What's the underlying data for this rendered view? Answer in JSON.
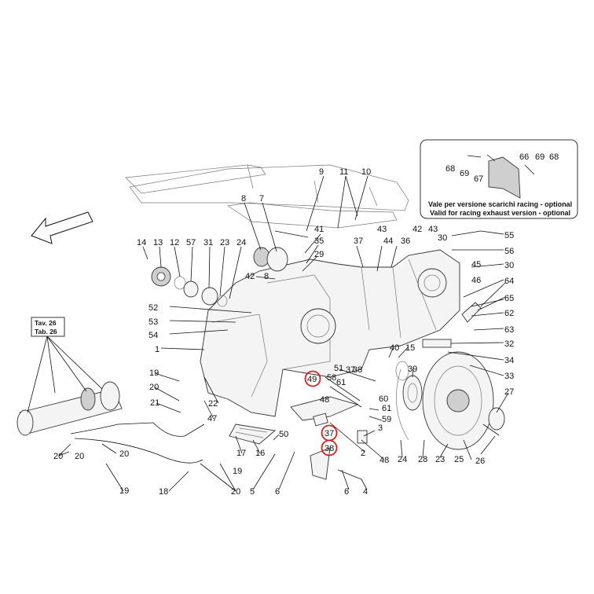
{
  "notes": {
    "racing_it": "Vale per versione scarichi racing - optional",
    "racing_en": "Valid for racing exhaust version - optional"
  },
  "reference": {
    "tav": "Tav. 26",
    "tab": "Tab. 26"
  },
  "labels": [
    "9",
    "11",
    "10",
    "8",
    "7",
    "41",
    "35",
    "37",
    "43",
    "42",
    "43",
    "14",
    "13",
    "12",
    "57",
    "31",
    "23",
    "24",
    "36",
    "30",
    "55",
    "56",
    "29",
    "45",
    "30",
    "42",
    "8",
    "44",
    "46",
    "64",
    "52",
    "65",
    "53",
    "62",
    "54",
    "63",
    "1",
    "40",
    "15",
    "32",
    "39",
    "34",
    "19",
    "51",
    "49",
    "58",
    "61",
    "37",
    "38",
    "33",
    "20",
    "27",
    "22",
    "60",
    "61",
    "59",
    "21",
    "48",
    "47",
    "3",
    "37",
    "2",
    "38",
    "48",
    "20",
    "50",
    "17",
    "16",
    "24",
    "28",
    "23",
    "25",
    "26",
    "20",
    "20",
    "19",
    "19",
    "18",
    "20",
    "5",
    "6",
    "6",
    "4",
    "68",
    "69",
    "67",
    "66",
    "69",
    "68"
  ],
  "highlighted": [
    "49",
    "37",
    "38"
  ]
}
